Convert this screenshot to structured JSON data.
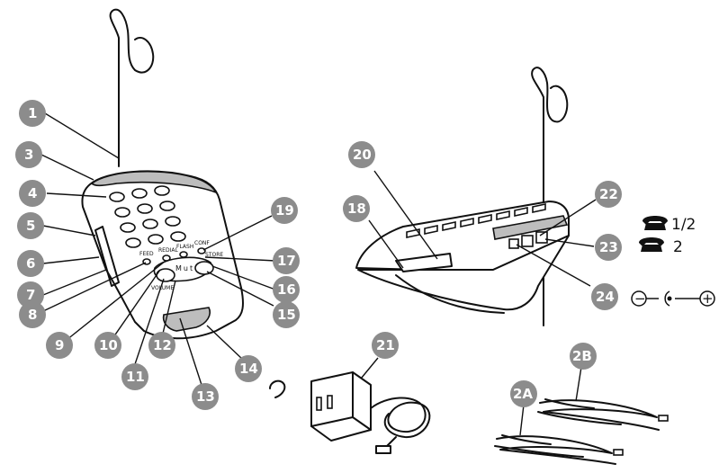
{
  "callouts": {
    "c1": "1",
    "c2a": "2A",
    "c2b": "2B",
    "c3": "3",
    "c4": "4",
    "c5": "5",
    "c6": "6",
    "c7": "7",
    "c8": "8",
    "c9": "9",
    "c10": "10",
    "c11": "11",
    "c12": "12",
    "c13": "13",
    "c14": "14",
    "c15": "15",
    "c16": "16",
    "c17": "17",
    "c18": "18",
    "c19": "19",
    "c20": "20",
    "c21": "21",
    "c22": "22",
    "c23": "23",
    "c24": "24"
  },
  "handset_labels": {
    "feed": "FEED",
    "redial": "REDIAL",
    "flash": "FLASH",
    "conf": "CONF",
    "mute": "Mute",
    "volume": "VOLUME",
    "store": "STORE"
  },
  "legend": {
    "line_1_2": "1/2",
    "line_2": "2",
    "polarity_minus": "−",
    "polarity_plus": "+"
  },
  "colors": {
    "callout": "#8c8c8c",
    "ink": "#111111",
    "accent_grey": "#bdbdbd"
  }
}
